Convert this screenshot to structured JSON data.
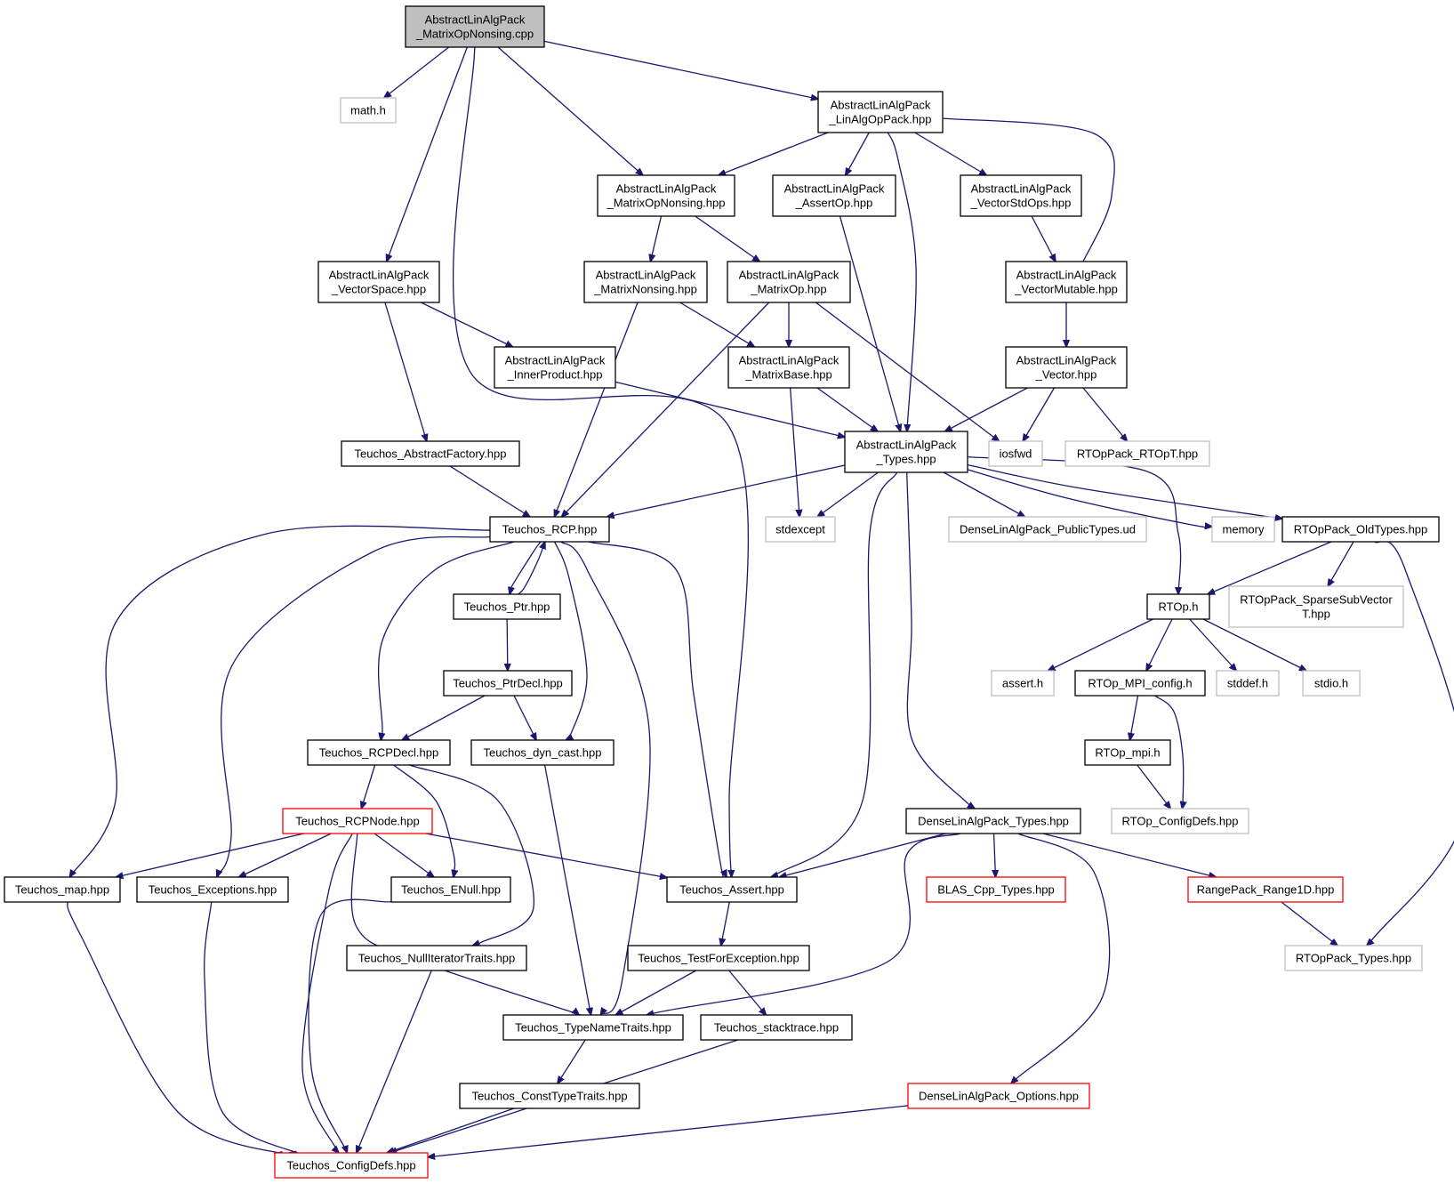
{
  "colors": {
    "edge": "#191970",
    "border_normal": "#000000",
    "border_system": "#bfbfbf",
    "border_truncated": "#ff0000",
    "root_fill": "#bfbfbf",
    "fill": "#ffffff"
  },
  "nodes": [
    {
      "id": "root",
      "lines": [
        "AbstractLinAlgPack",
        "_MatrixOpNonsing.cpp"
      ],
      "kind": "root"
    },
    {
      "id": "math_h",
      "lines": [
        "math.h"
      ],
      "kind": "system"
    },
    {
      "id": "linalgop",
      "lines": [
        "AbstractLinAlgPack",
        "_LinAlgOpPack.hpp"
      ],
      "kind": "normal"
    },
    {
      "id": "matopnonsing",
      "lines": [
        "AbstractLinAlgPack",
        "_MatrixOpNonsing.hpp"
      ],
      "kind": "normal"
    },
    {
      "id": "assertop",
      "lines": [
        "AbstractLinAlgPack",
        "_AssertOp.hpp"
      ],
      "kind": "normal"
    },
    {
      "id": "vecstdops",
      "lines": [
        "AbstractLinAlgPack",
        "_VectorStdOps.hpp"
      ],
      "kind": "normal"
    },
    {
      "id": "vecspace",
      "lines": [
        "AbstractLinAlgPack",
        "_VectorSpace.hpp"
      ],
      "kind": "normal"
    },
    {
      "id": "matnonsing",
      "lines": [
        "AbstractLinAlgPack",
        "_MatrixNonsing.hpp"
      ],
      "kind": "normal"
    },
    {
      "id": "matop",
      "lines": [
        "AbstractLinAlgPack",
        "_MatrixOp.hpp"
      ],
      "kind": "normal"
    },
    {
      "id": "vecmutable",
      "lines": [
        "AbstractLinAlgPack",
        "_VectorMutable.hpp"
      ],
      "kind": "normal"
    },
    {
      "id": "innerprod",
      "lines": [
        "AbstractLinAlgPack",
        "_InnerProduct.hpp"
      ],
      "kind": "normal"
    },
    {
      "id": "matbase",
      "lines": [
        "AbstractLinAlgPack",
        "_MatrixBase.hpp"
      ],
      "kind": "normal"
    },
    {
      "id": "vector",
      "lines": [
        "AbstractLinAlgPack",
        "_Vector.hpp"
      ],
      "kind": "normal"
    },
    {
      "id": "absfactory",
      "lines": [
        "Teuchos_AbstractFactory.hpp"
      ],
      "kind": "normal"
    },
    {
      "id": "types",
      "lines": [
        "AbstractLinAlgPack",
        "_Types.hpp"
      ],
      "kind": "normal"
    },
    {
      "id": "iosfwd",
      "lines": [
        "iosfwd"
      ],
      "kind": "system"
    },
    {
      "id": "rtopt",
      "lines": [
        "RTOpPack_RTOpT.hpp"
      ],
      "kind": "system"
    },
    {
      "id": "rcp",
      "lines": [
        "Teuchos_RCP.hpp"
      ],
      "kind": "normal"
    },
    {
      "id": "stdexcept",
      "lines": [
        "stdexcept"
      ],
      "kind": "system"
    },
    {
      "id": "densepublic",
      "lines": [
        "DenseLinAlgPack_PublicTypes.ud"
      ],
      "kind": "system"
    },
    {
      "id": "memory",
      "lines": [
        "memory"
      ],
      "kind": "system"
    },
    {
      "id": "oldtypes",
      "lines": [
        "RTOpPack_OldTypes.hpp"
      ],
      "kind": "normal"
    },
    {
      "id": "ptr",
      "lines": [
        "Teuchos_Ptr.hpp"
      ],
      "kind": "normal"
    },
    {
      "id": "rtop_h",
      "lines": [
        "RTOp.h"
      ],
      "kind": "normal"
    },
    {
      "id": "sparsesub",
      "lines": [
        "RTOpPack_SparseSubVector",
        "T.hpp"
      ],
      "kind": "system"
    },
    {
      "id": "ptrdecl",
      "lines": [
        "Teuchos_PtrDecl.hpp"
      ],
      "kind": "normal"
    },
    {
      "id": "assert_h",
      "lines": [
        "assert.h"
      ],
      "kind": "system"
    },
    {
      "id": "mpiconfig",
      "lines": [
        "RTOp_MPI_config.h"
      ],
      "kind": "normal"
    },
    {
      "id": "stddef",
      "lines": [
        "stddef.h"
      ],
      "kind": "system"
    },
    {
      "id": "stdio",
      "lines": [
        "stdio.h"
      ],
      "kind": "system"
    },
    {
      "id": "rcpdecl",
      "lines": [
        "Teuchos_RCPDecl.hpp"
      ],
      "kind": "normal"
    },
    {
      "id": "dyncast",
      "lines": [
        "Teuchos_dyn_cast.hpp"
      ],
      "kind": "normal"
    },
    {
      "id": "rtopmpi",
      "lines": [
        "RTOp_mpi.h"
      ],
      "kind": "normal"
    },
    {
      "id": "rcpnode",
      "lines": [
        "Teuchos_RCPNode.hpp"
      ],
      "kind": "truncated"
    },
    {
      "id": "densetypes",
      "lines": [
        "DenseLinAlgPack_Types.hpp"
      ],
      "kind": "normal"
    },
    {
      "id": "configdefs_rtop",
      "lines": [
        "RTOp_ConfigDefs.hpp"
      ],
      "kind": "system"
    },
    {
      "id": "tmap",
      "lines": [
        "Teuchos_map.hpp"
      ],
      "kind": "normal"
    },
    {
      "id": "texceptions",
      "lines": [
        "Teuchos_Exceptions.hpp"
      ],
      "kind": "normal"
    },
    {
      "id": "enull",
      "lines": [
        "Teuchos_ENull.hpp"
      ],
      "kind": "normal"
    },
    {
      "id": "tassert",
      "lines": [
        "Teuchos_Assert.hpp"
      ],
      "kind": "normal"
    },
    {
      "id": "blas",
      "lines": [
        "BLAS_Cpp_Types.hpp"
      ],
      "kind": "truncated"
    },
    {
      "id": "range1d",
      "lines": [
        "RangePack_Range1D.hpp"
      ],
      "kind": "truncated"
    },
    {
      "id": "nulliter",
      "lines": [
        "Teuchos_NullIteratorTraits.hpp"
      ],
      "kind": "normal"
    },
    {
      "id": "testforex",
      "lines": [
        "Teuchos_TestForException.hpp"
      ],
      "kind": "normal"
    },
    {
      "id": "rtoptypes",
      "lines": [
        "RTOpPack_Types.hpp"
      ],
      "kind": "system"
    },
    {
      "id": "typename",
      "lines": [
        "Teuchos_TypeNameTraits.hpp"
      ],
      "kind": "normal"
    },
    {
      "id": "stacktrace",
      "lines": [
        "Teuchos_stacktrace.hpp"
      ],
      "kind": "normal"
    },
    {
      "id": "consttype",
      "lines": [
        "Teuchos_ConstTypeTraits.hpp"
      ],
      "kind": "normal"
    },
    {
      "id": "denseoptions",
      "lines": [
        "DenseLinAlgPack_Options.hpp"
      ],
      "kind": "truncated"
    },
    {
      "id": "configdefs",
      "lines": [
        "Teuchos_ConfigDefs.hpp"
      ],
      "kind": "truncated"
    }
  ],
  "edges": [
    [
      "root",
      "math_h"
    ],
    [
      "root",
      "linalgop"
    ],
    [
      "root",
      "matopnonsing"
    ],
    [
      "root",
      "vecspace"
    ],
    [
      "root",
      "tassert"
    ],
    [
      "linalgop",
      "matopnonsing"
    ],
    [
      "linalgop",
      "assertop"
    ],
    [
      "linalgop",
      "vecstdops"
    ],
    [
      "linalgop",
      "vecmutable"
    ],
    [
      "linalgop",
      "types"
    ],
    [
      "matopnonsing",
      "matnonsing"
    ],
    [
      "matopnonsing",
      "matop"
    ],
    [
      "assertop",
      "types"
    ],
    [
      "vecstdops",
      "vecmutable"
    ],
    [
      "vecspace",
      "innerprod"
    ],
    [
      "vecspace",
      "absfactory"
    ],
    [
      "matnonsing",
      "matbase"
    ],
    [
      "matnonsing",
      "rcp"
    ],
    [
      "matop",
      "matbase"
    ],
    [
      "matop",
      "iosfwd"
    ],
    [
      "matop",
      "rcp"
    ],
    [
      "vecmutable",
      "vector"
    ],
    [
      "innerprod",
      "types"
    ],
    [
      "matbase",
      "types"
    ],
    [
      "matbase",
      "stdexcept"
    ],
    [
      "vector",
      "types"
    ],
    [
      "vector",
      "iosfwd"
    ],
    [
      "vector",
      "rtopt"
    ],
    [
      "absfactory",
      "rcp"
    ],
    [
      "types",
      "rcp"
    ],
    [
      "types",
      "stdexcept"
    ],
    [
      "types",
      "densepublic"
    ],
    [
      "types",
      "memory"
    ],
    [
      "types",
      "oldtypes"
    ],
    [
      "types",
      "rtop_h"
    ],
    [
      "types",
      "tassert"
    ],
    [
      "types",
      "densetypes"
    ],
    [
      "rcp",
      "ptr"
    ],
    [
      "rcp",
      "rcpdecl"
    ],
    [
      "rcp",
      "dyncast"
    ],
    [
      "rcp",
      "tassert"
    ],
    [
      "rcp",
      "typename"
    ],
    [
      "rcp",
      "tmap"
    ],
    [
      "rcp",
      "texceptions"
    ],
    [
      "ptr",
      "rcp"
    ],
    [
      "ptr",
      "ptrdecl"
    ],
    [
      "ptrdecl",
      "rcpdecl"
    ],
    [
      "ptrdecl",
      "dyncast"
    ],
    [
      "oldtypes",
      "rtop_h"
    ],
    [
      "oldtypes",
      "sparsesub"
    ],
    [
      "oldtypes",
      "rtoptypes"
    ],
    [
      "rtop_h",
      "assert_h"
    ],
    [
      "rtop_h",
      "mpiconfig"
    ],
    [
      "rtop_h",
      "stddef"
    ],
    [
      "rtop_h",
      "stdio"
    ],
    [
      "mpiconfig",
      "rtopmpi"
    ],
    [
      "mpiconfig",
      "configdefs_rtop"
    ],
    [
      "rtopmpi",
      "configdefs_rtop"
    ],
    [
      "rcpdecl",
      "rcpnode"
    ],
    [
      "rcpdecl",
      "enull"
    ],
    [
      "rcpdecl",
      "nulliter"
    ],
    [
      "dyncast",
      "typename"
    ],
    [
      "rcpnode",
      "tmap"
    ],
    [
      "rcpnode",
      "texceptions"
    ],
    [
      "rcpnode",
      "enull"
    ],
    [
      "rcpnode",
      "tassert"
    ],
    [
      "rcpnode",
      "typename"
    ],
    [
      "rcpnode",
      "configdefs"
    ],
    [
      "densetypes",
      "tassert"
    ],
    [
      "densetypes",
      "blas"
    ],
    [
      "densetypes",
      "range1d"
    ],
    [
      "densetypes",
      "typename"
    ],
    [
      "densetypes",
      "denseoptions"
    ],
    [
      "range1d",
      "rtoptypes"
    ],
    [
      "tmap",
      "configdefs"
    ],
    [
      "texceptions",
      "configdefs"
    ],
    [
      "enull",
      "configdefs"
    ],
    [
      "nulliter",
      "configdefs"
    ],
    [
      "tassert",
      "testforex"
    ],
    [
      "testforex",
      "typename"
    ],
    [
      "testforex",
      "stacktrace"
    ],
    [
      "typename",
      "consttype"
    ],
    [
      "consttype",
      "configdefs"
    ],
    [
      "stacktrace",
      "configdefs"
    ],
    [
      "denseoptions",
      "configdefs"
    ]
  ]
}
